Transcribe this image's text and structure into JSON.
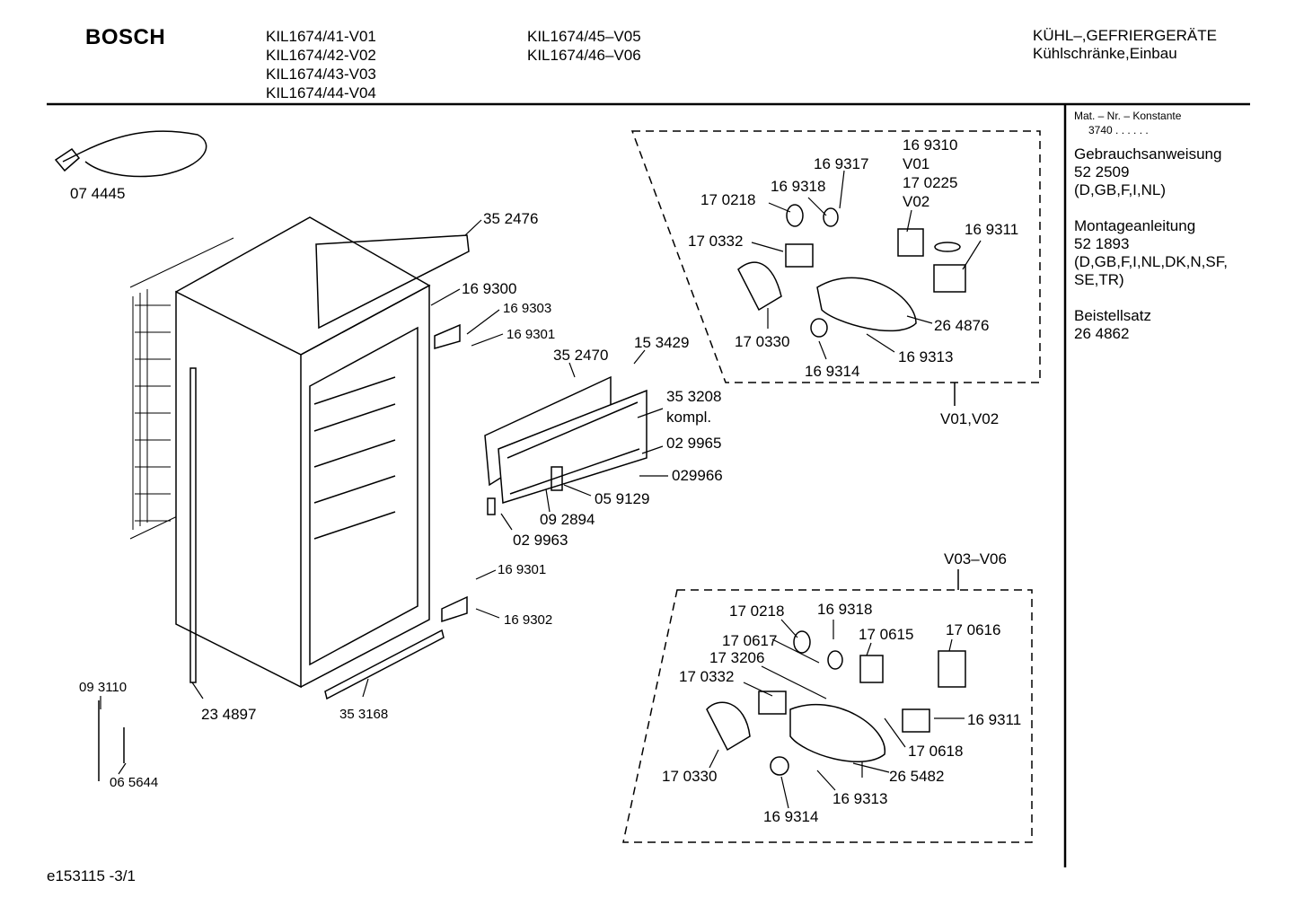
{
  "header": {
    "brand": "BOSCH",
    "models_col1": [
      "KIL1674/41-V01",
      "KIL1674/42-V02",
      "KIL1674/43-V03",
      "KIL1674/44-V04"
    ],
    "models_col2": [
      "KIL1674/45–V05",
      "KIL1674/46–V06"
    ],
    "category": "KÜHL–,GEFRIERGERÄTE",
    "subcategory": "Kühlschränke,Einbau"
  },
  "side_panel": {
    "mat_label": "Mat. – Nr. – Konstante",
    "mat_value": "3740 . .  . . . .",
    "manual_title": "Gebrauchsanweisung",
    "manual_number": "52 2509",
    "manual_langs": "(D,GB,F,I,NL)",
    "install_title": "Montageanleitung",
    "install_number": "52 1893",
    "install_langs_1": "(D,GB,F,I,NL,DK,N,SF,",
    "install_langs_2": "SE,TR)",
    "kit_title": "Beistellsatz",
    "kit_number": "26 4862"
  },
  "parts_main": [
    "07 4445",
    "35 2476",
    "16 9300",
    "16 9303",
    "16 9301",
    "35 2470",
    "15 3429",
    "35 3208",
    "kompl.",
    "02 9965",
    "029966",
    "05 9129",
    "09 2894",
    "02 9963",
    "16 9301",
    "16 9302",
    "09 3110",
    "23 4897",
    "35 3168",
    "06 5644"
  ],
  "box_top": {
    "variant": "V01,V02",
    "parts": [
      "16 9310",
      "V01",
      "17 0225",
      "V02",
      "16 9317",
      "16 9318",
      "17 0218",
      "16 9311",
      "17 0332",
      "26 4876",
      "17 0330",
      "16 9313",
      "16 9314"
    ]
  },
  "box_bottom": {
    "variant": "V03–V06",
    "parts": [
      "17 0218",
      "16 9318",
      "17 0617",
      "17 0615",
      "17 0616",
      "17 3206",
      "17 0332",
      "16 9311",
      "17 0618",
      "17 0330",
      "26 5482",
      "16 9313",
      "16 9314"
    ]
  },
  "footer": {
    "drawing_id": "e153115 -3/1"
  }
}
